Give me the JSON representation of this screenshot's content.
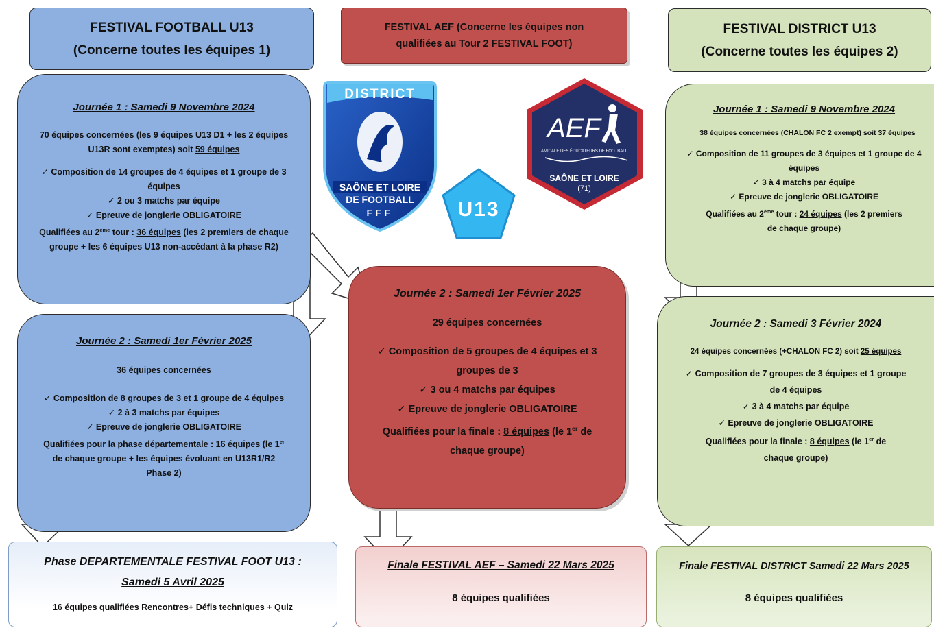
{
  "colors": {
    "blue": "#8db0e0",
    "green": "#d5e3bd",
    "red": "#c0504d"
  },
  "left": {
    "header": {
      "line1": "FESTIVAL FOOTBALL U13",
      "line2": "(Concerne toutes les équipes 1)"
    },
    "j1": {
      "title": "Journée 1 : Samedi 9 Novembre 2024",
      "teams_a": "70 équipes concernées (les 9 équipes U13 D1 + les 2 équipes U13R sont exemptes) soit ",
      "teams_b": "59 équipes",
      "c1": "Composition de 14 groupes de 4 équipes et 1 groupe de 3 équipes",
      "c2": "2 ou 3 matchs par équipe",
      "c3": "Epreuve de jonglerie OBLIGATOIRE",
      "q_a": "Qualifiées au 2",
      "q_sup": "ème",
      "q_b": " tour : ",
      "q_u": "36 équipes",
      "q_c": " (les 2 premiers de chaque groupe + les 6 équipes U13 non-accédant à la phase R2)"
    },
    "j2": {
      "title": "Journée 2 : Samedi 1er Février 2025",
      "teams": "36 équipes concernées",
      "c1": "Composition de 8 groupes de 3 et 1 groupe de 4 équipes",
      "c2": "2 à 3 matchs par équipes",
      "c3": "Epreuve de jonglerie OBLIGATOIRE",
      "q_a": "Qualifiées pour la phase départementale : 16 équipes (le 1",
      "q_sup": "er",
      "q_b": " de chaque groupe + les équipes évoluant en U13R1/R2 Phase 2)"
    },
    "final": {
      "title_l1": "Phase DEPARTEMENTALE FESTIVAL FOOT U13 :",
      "title_l2": "Samedi 5 Avril 2025",
      "text": "16 équipes qualifiées Rencontres+ Défis techniques + Quiz"
    }
  },
  "center": {
    "header": {
      "line1": "FESTIVAL AEF (Concerne les équipes non",
      "line2": "qualifiées au Tour 2 FESTIVAL FOOT)"
    },
    "logos": {
      "district": {
        "top": "DISTRICT",
        "l1": "SAÔNE ET LOIRE",
        "l2": "DE FOOTBALL",
        "l3": "FFF"
      },
      "u13": "U13",
      "aef": {
        "mark": "AEF",
        "sub": "AMICALE DES ÉDUCATEURS DE FOOTBALL",
        "l1": "SAÔNE ET LOIRE",
        "l2": "(71)"
      }
    },
    "j2": {
      "title": "Journée 2 : Samedi 1er Février 2025",
      "teams": "29 équipes concernées",
      "c1": "Composition de 5 groupes de 4 équipes et 3 groupes de 3",
      "c2": "3 ou 4 matchs par équipes",
      "c3": "Epreuve de jonglerie OBLIGATOIRE",
      "q_a": "Qualifiées pour la finale : ",
      "q_u": "8 équipes",
      "q_b": " (le 1",
      "q_sup": "er",
      "q_c": " de chaque groupe)"
    },
    "final": {
      "title": "Finale FESTIVAL AEF – Samedi 22 Mars 2025",
      "text": "8 équipes qualifiées"
    }
  },
  "right": {
    "header": {
      "line1": "FESTIVAL DISTRICT U13",
      "line2": "(Concerne toutes les équipes 2)"
    },
    "j1": {
      "title": "Journée 1 : Samedi 9 Novembre 2024",
      "teams_a": "38 équipes concernées (CHALON FC 2 exempt) soit ",
      "teams_u": "37 équipes",
      "c1": "Composition de 11 groupes de 3 équipes et 1 groupe de 4 équipes",
      "c2": "3 à 4 matchs par équipe",
      "c3": "Epreuve de jonglerie OBLIGATOIRE",
      "q_a": "Qualifiées au 2",
      "q_sup": "ème",
      "q_b": " tour : ",
      "q_u": "24 équipes",
      "q_c": " (les 2 premiers de chaque groupe)"
    },
    "j2": {
      "title": "Journée 2 : Samedi 3 Février 2024",
      "teams_a": "24 équipes concernées (+CHALON FC 2) soit ",
      "teams_u": "25 équipes",
      "c1": "Composition de 7 groupes de 3 équipes et 1 groupe de 4 équipes",
      "c2": "3 à 4 matchs par équipe",
      "c3": "Epreuve de jonglerie OBLIGATOIRE",
      "q_a": "Qualifiées pour la finale : ",
      "q_u": "8 équipes",
      "q_b": " (le 1",
      "q_sup": "er",
      "q_c": " de chaque groupe)"
    },
    "final": {
      "title": "Finale FESTIVAL DISTRICT Samedi 22 Mars 2025",
      "text": "8 équipes qualifiées"
    }
  }
}
